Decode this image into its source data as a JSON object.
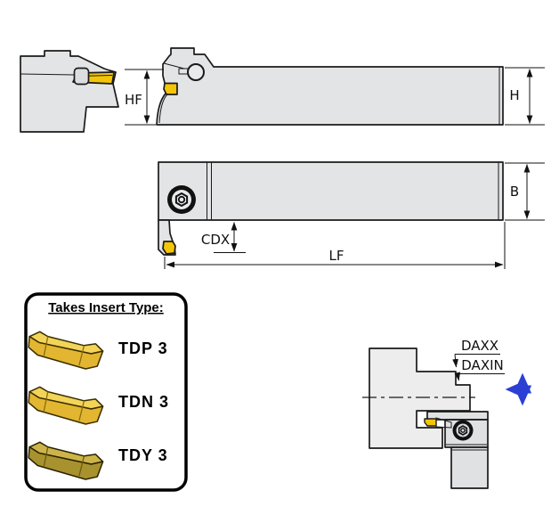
{
  "drawing": {
    "dimensions": {
      "hf": "HF",
      "h": "H",
      "b": "B",
      "cdx": "CDX",
      "lf": "LF",
      "daxx": "DAXX",
      "daxin": "DAXIN"
    },
    "insert_box": {
      "title": "Takes Insert Type:",
      "inserts": [
        {
          "label": "TDP 3",
          "color": "#e2b631"
        },
        {
          "label": "TDN 3",
          "color": "#e2b631"
        },
        {
          "label": "TDY 3",
          "color": "#a8922e"
        }
      ]
    },
    "colors": {
      "insert_gold": "#f4c507",
      "tool_body": "#e3e4e5",
      "workpiece": "#ededee",
      "outline": "#111111",
      "feed_arrow_blue": "#2b3fd4"
    }
  }
}
